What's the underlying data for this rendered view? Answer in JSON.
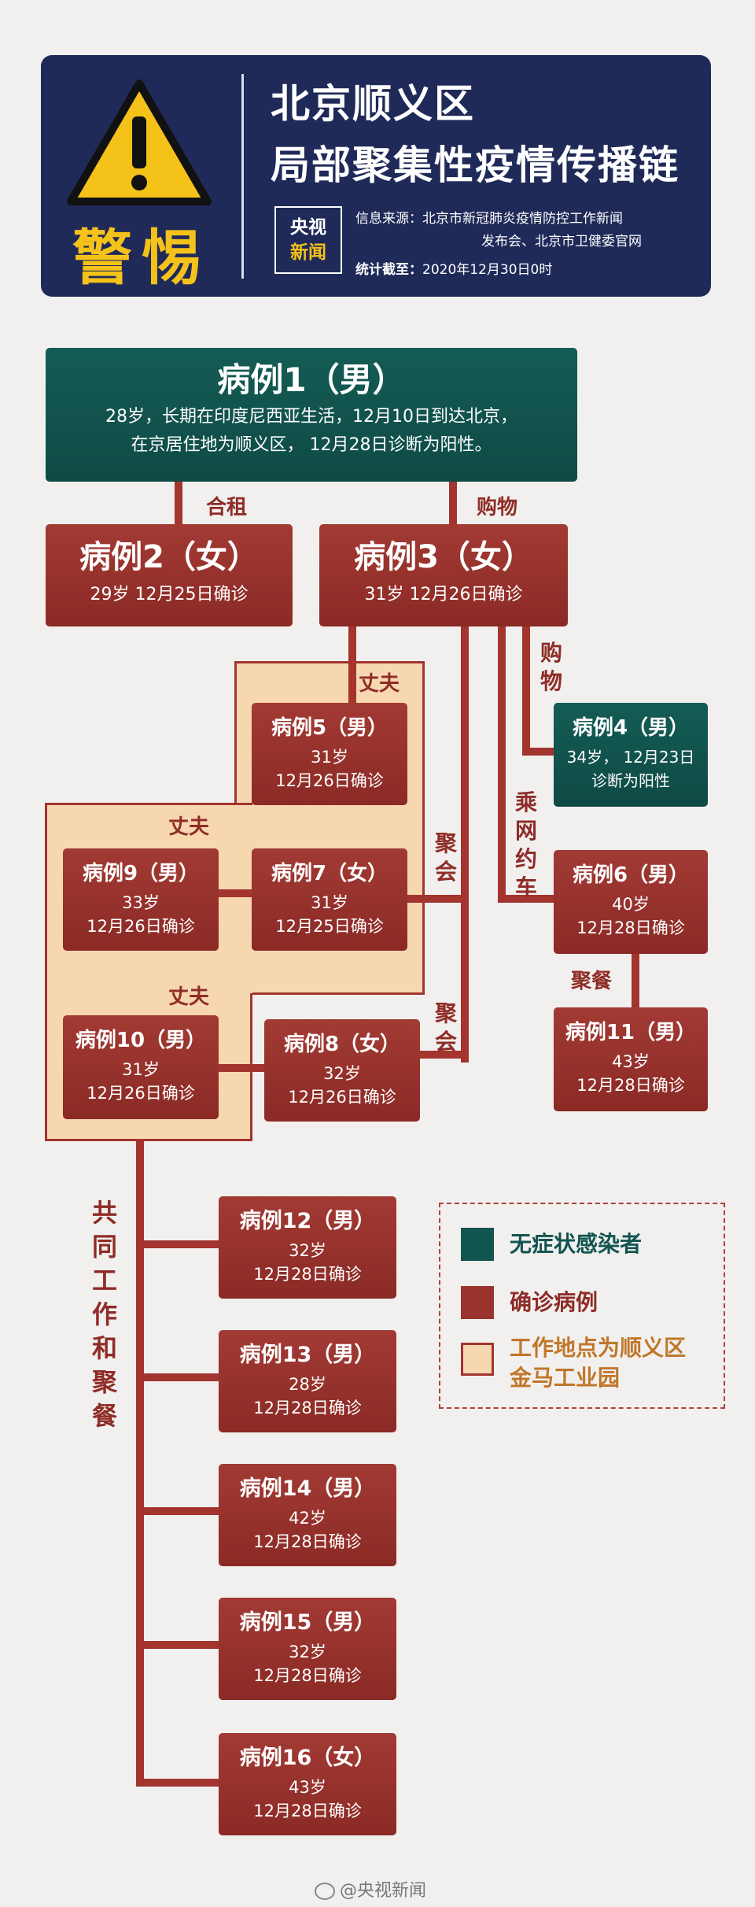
{
  "header": {
    "warning_word": "警惕",
    "title_line1": "北京顺义区",
    "title_line2": "局部聚集性疫情传播链",
    "logo_line1": "央视",
    "logo_line2": "新闻",
    "source_label": "信息来源：",
    "source_line1": "北京市新冠肺炎疫情防控工作新闻",
    "source_line2": "发布会、北京市卫健委官网",
    "cutoff_label": "统计截至：",
    "cutoff_value": "2020年12月30日0时"
  },
  "colors": {
    "header_bg": "#1f2a58",
    "warning": "#f5c21a",
    "confirmed": "#9b332d",
    "asymptomatic": "#125550",
    "workplace": "#f6d7b0"
  },
  "cases": {
    "c1": {
      "title": "病例1（男）",
      "line1": "28岁，长期在印度尼西亚生活，12月10日到达北京，",
      "line2": "在京居住地为顺义区， 12月28日诊断为阳性。"
    },
    "c2": {
      "title": "病例2（女）",
      "line1": "29岁 12月25日确诊"
    },
    "c3": {
      "title": "病例3（女）",
      "line1": "31岁 12月26日确诊"
    },
    "c4": {
      "title": "病例4（男）",
      "line1": "34岁， 12月23日",
      "line2": "诊断为阳性"
    },
    "c5": {
      "title": "病例5（男）",
      "line1": "31岁",
      "line2": "12月26日确诊"
    },
    "c6": {
      "title": "病例6（男）",
      "line1": "40岁",
      "line2": "12月28日确诊"
    },
    "c7": {
      "title": "病例7（女）",
      "line1": "31岁",
      "line2": "12月25日确诊"
    },
    "c8": {
      "title": "病例8（女）",
      "line1": "32岁",
      "line2": "12月26日确诊"
    },
    "c9": {
      "title": "病例9（男）",
      "line1": "33岁",
      "line2": "12月26日确诊"
    },
    "c10": {
      "title": "病例10（男）",
      "line1": "31岁",
      "line2": "12月26日确诊"
    },
    "c11": {
      "title": "病例11（男）",
      "line1": "43岁",
      "line2": "12月28日确诊"
    },
    "c12": {
      "title": "病例12（男）",
      "line1": "32岁",
      "line2": "12月28日确诊"
    },
    "c13": {
      "title": "病例13（男）",
      "line1": "28岁",
      "line2": "12月28日确诊"
    },
    "c14": {
      "title": "病例14（男）",
      "line1": "42岁",
      "line2": "12月28日确诊"
    },
    "c15": {
      "title": "病例15（男）",
      "line1": "32岁",
      "line2": "12月28日确诊"
    },
    "c16": {
      "title": "病例16（女）",
      "line1": "43岁",
      "line2": "12月28日确诊"
    }
  },
  "relations": {
    "shared_rent": "合租",
    "shopping": "购物",
    "shopping_v": "购物",
    "husband_5": "丈夫",
    "husband_9": "丈夫",
    "husband_10": "丈夫",
    "gathering_1": "聚会",
    "gathering_2": "聚会",
    "ride_hailing": "乘网约车",
    "dinner": "聚餐",
    "work_dinner": "共同工作和聚餐"
  },
  "legend": {
    "asymptomatic": "无症状感染者",
    "confirmed": "确诊病例",
    "workplace_line1": "工作地点为顺义区",
    "workplace_line2": "金马工业园"
  },
  "footer": "@央视新闻"
}
